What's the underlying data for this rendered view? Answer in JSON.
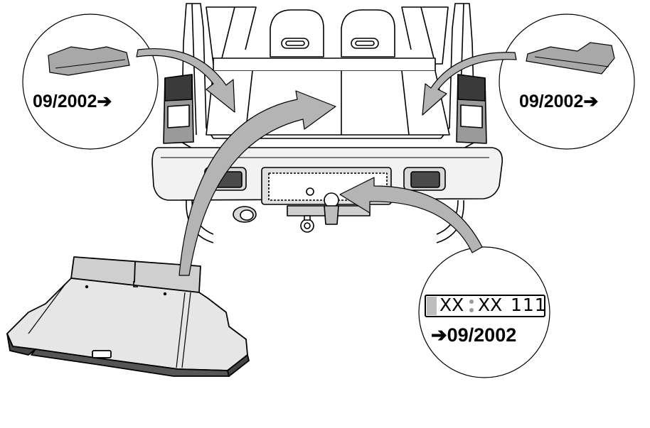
{
  "callouts": {
    "left_date": "09/2002➔",
    "right_date": "09/2002➔",
    "plate_date": "➔09/2002"
  },
  "license_plate": {
    "left_code": "XX",
    "middle_code": "XX",
    "number": "111"
  },
  "colors": {
    "line": "#000000",
    "fill_gray": "#a8a8a8",
    "fill_light": "#e8e8e8",
    "arrow_gray": "#b4b4b4",
    "background": "#ffffff"
  }
}
